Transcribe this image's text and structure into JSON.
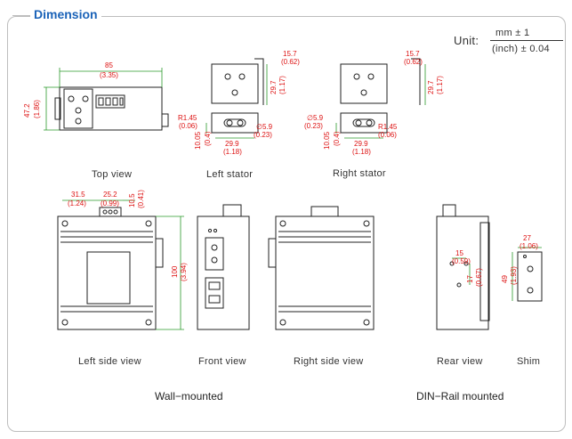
{
  "heading": "Dimension",
  "unit": {
    "label": "Unit:",
    "numerator": "mm ± 1",
    "denominator": "(inch) ± 0.04"
  },
  "views": {
    "top": "Top view",
    "left_stator": "Left stator",
    "right_stator": "Right stator",
    "left_side": "Left side view",
    "front": "Front view",
    "right_side": "Right side view",
    "rear": "Rear view",
    "shim": "Shim"
  },
  "groups": {
    "wall": "Wall−mounted",
    "din": "DIN−Rail mounted"
  },
  "dims": {
    "top_w": "85",
    "top_w_in": "(3.35)",
    "top_h": "47.2",
    "top_h_in": "(1.86)",
    "ls_t": "15.7",
    "ls_t_in": "(0.62)",
    "ls_h": "29.7",
    "ls_h_in": "(1.17)",
    "ls_r": "R1.45",
    "ls_r_in": "(0.06)",
    "ls_d": "∅5.9",
    "ls_d_in": "(0.23)",
    "ls_v": "10.05",
    "ls_v_in": "(0.4)",
    "ls_w": "29.9",
    "ls_w_in": "(1.18)",
    "rs_t": "15.7",
    "rs_t_in": "(0.62)",
    "rs_h": "29.7",
    "rs_h_in": "(1.17)",
    "rs_d": "∅5.9",
    "rs_d_in": "(0.23)",
    "rs_r": "R1.45",
    "rs_r_in": "(0.06)",
    "rs_v": "10.05",
    "rs_v_in": "(0.4)",
    "rs_w": "29.9",
    "rs_w_in": "(1.18)",
    "lsv_a": "31.5",
    "lsv_a_in": "(1.24)",
    "lsv_b": "25.2",
    "lsv_b_in": "(0.99)",
    "lsv_c": "10.5",
    "lsv_c_in": "(0.41)",
    "lsv_h": "100",
    "lsv_h_in": "(3.94)",
    "rv_a": "15",
    "rv_a_in": "(0.59)",
    "rv_b": "17",
    "rv_b_in": "(0.67)",
    "sh_w": "27",
    "sh_w_in": "(1.06)",
    "sh_h": "49",
    "sh_h_in": "(1.93)"
  }
}
